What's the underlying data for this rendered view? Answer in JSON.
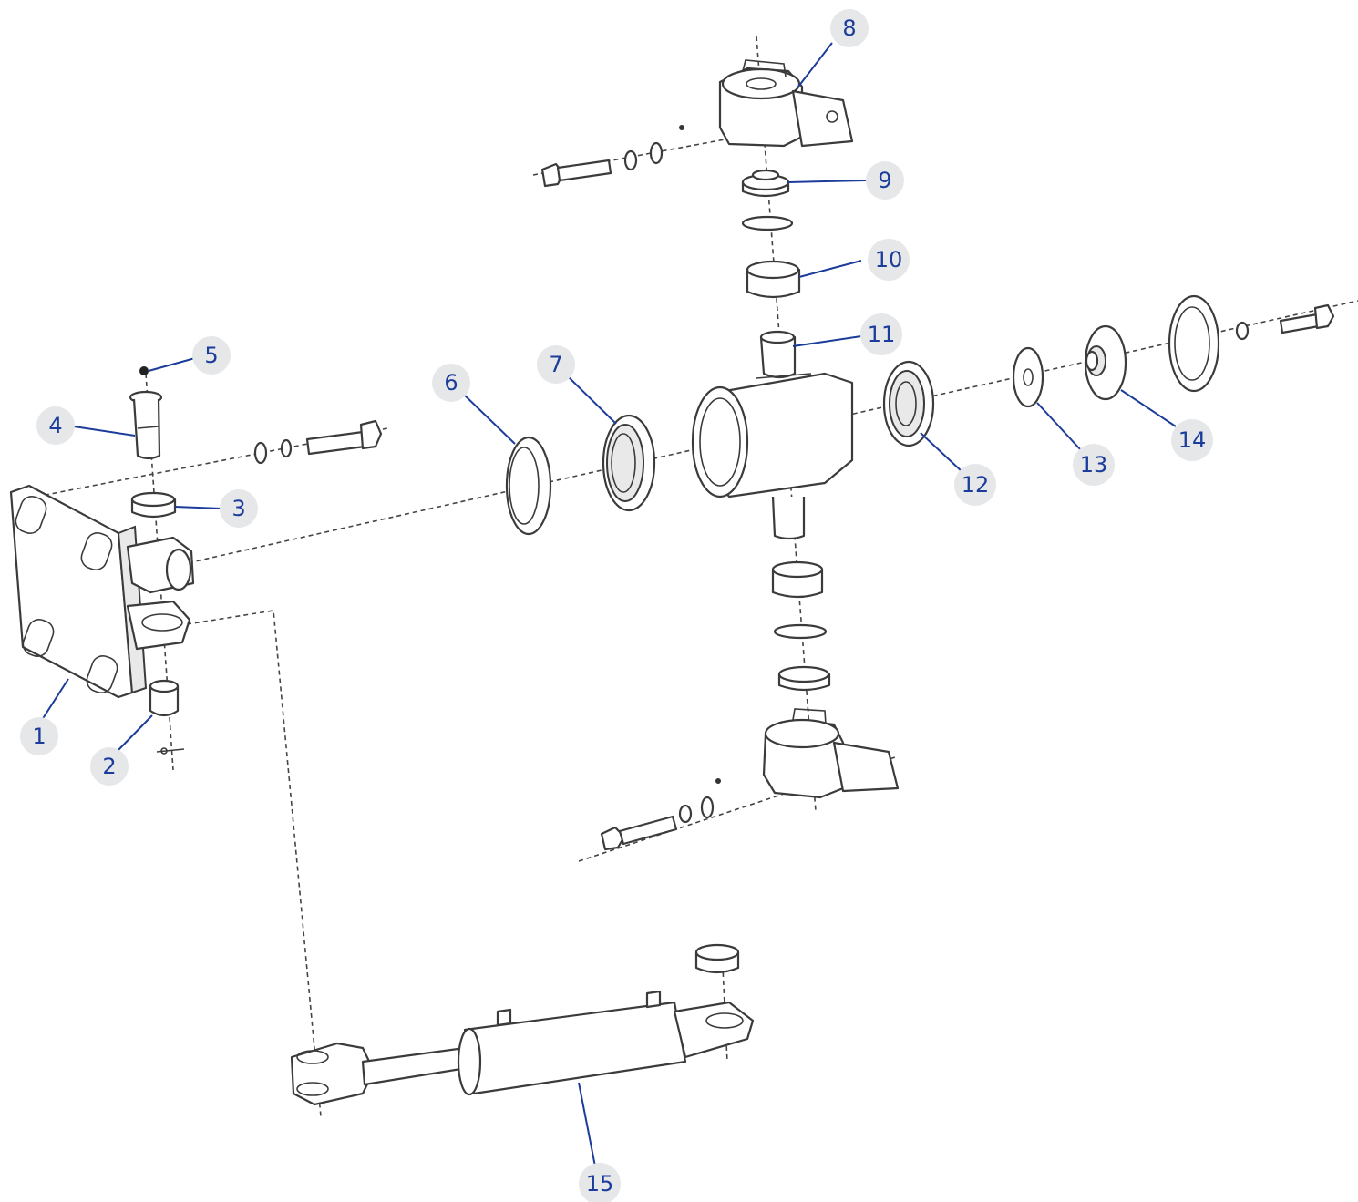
{
  "callouts": [
    {
      "id": "1",
      "label": "1"
    },
    {
      "id": "2",
      "label": "2"
    },
    {
      "id": "3",
      "label": "3"
    },
    {
      "id": "4",
      "label": "4"
    },
    {
      "id": "5",
      "label": "5"
    },
    {
      "id": "6",
      "label": "6"
    },
    {
      "id": "7",
      "label": "7"
    },
    {
      "id": "8",
      "label": "8"
    },
    {
      "id": "9",
      "label": "9"
    },
    {
      "id": "10",
      "label": "10"
    },
    {
      "id": "11",
      "label": "11"
    },
    {
      "id": "12",
      "label": "12"
    },
    {
      "id": "13",
      "label": "13"
    },
    {
      "id": "14",
      "label": "14"
    },
    {
      "id": "15",
      "label": "15"
    }
  ],
  "colors": {
    "callout_text": "#1b3c9a",
    "callout_bg": "#e6e7e9",
    "line_art": "#3b3b3b"
  }
}
